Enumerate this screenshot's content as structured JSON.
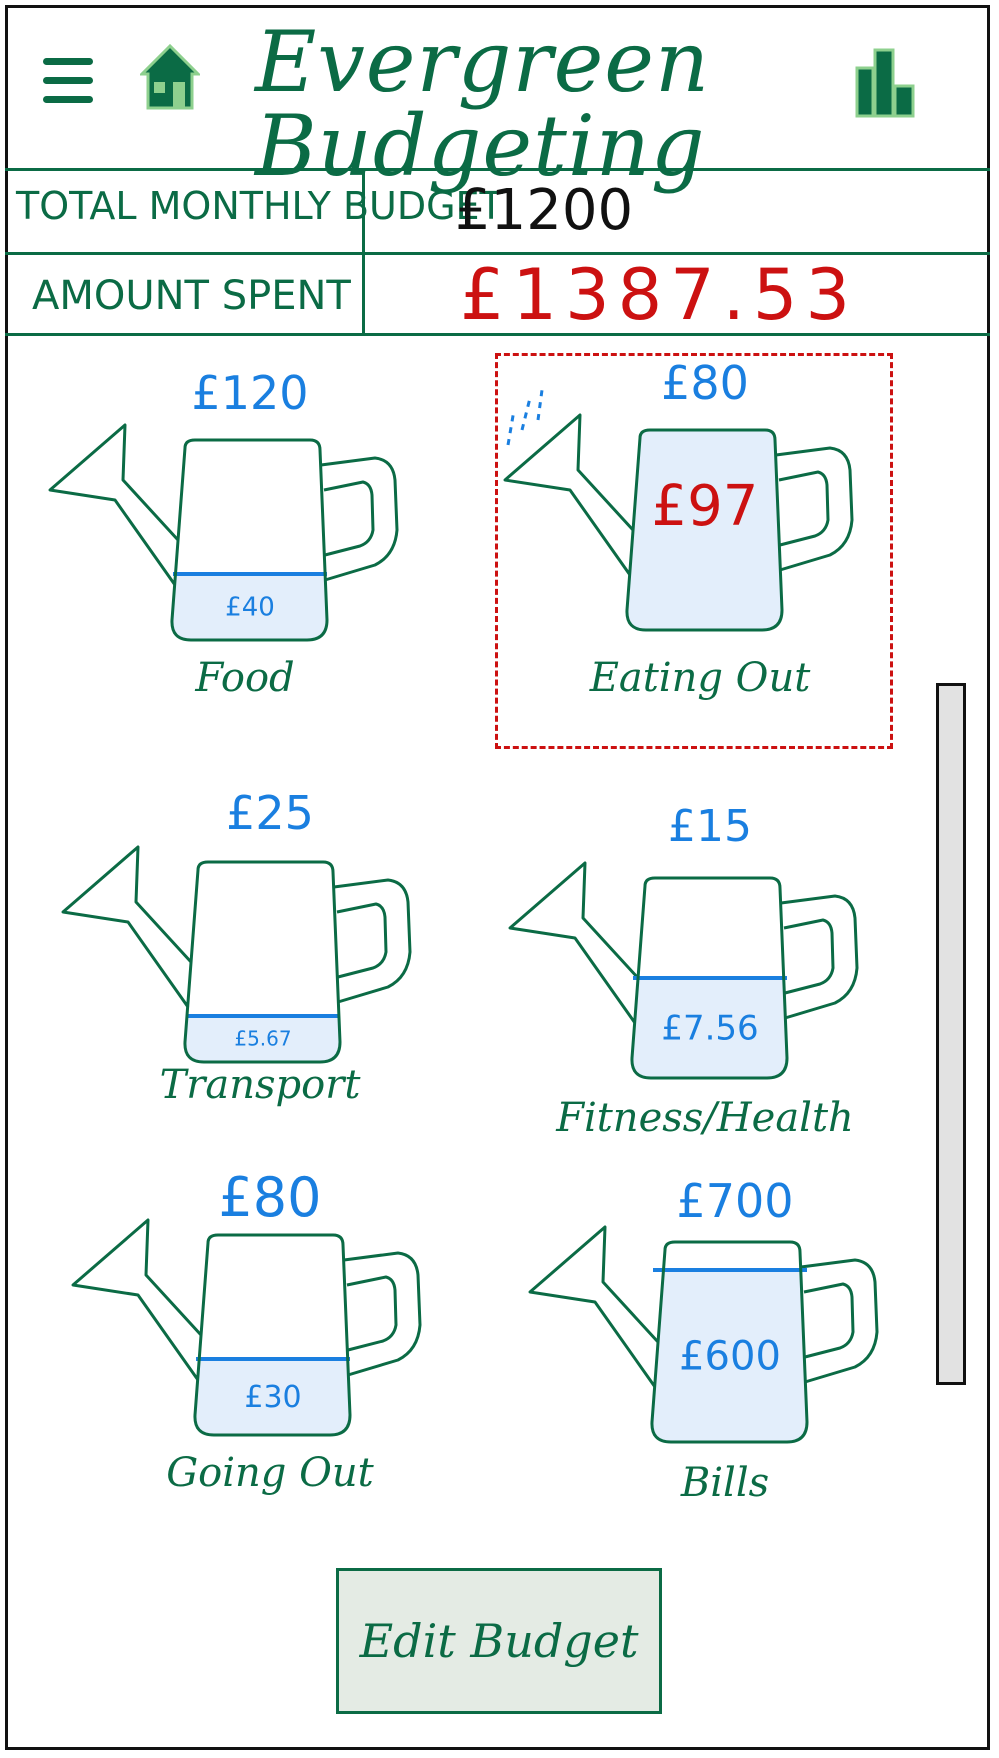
{
  "app": {
    "title": "Evergreen Budgeting"
  },
  "summary": {
    "budget_label": "Total Monthly Budget",
    "budget_value": "£1200",
    "spent_label": "Amount Spent",
    "spent_value": "£1387.53"
  },
  "categories": [
    {
      "name": "Food",
      "budget": "£120",
      "spent": "£40",
      "fill_fraction": 0.33,
      "over_budget": false
    },
    {
      "name": "Eating Out",
      "budget": "£80",
      "spent": "£97",
      "fill_fraction": 1.0,
      "over_budget": true
    },
    {
      "name": "Transport",
      "budget": "£25",
      "spent": "£5.67",
      "fill_fraction": 0.23,
      "over_budget": false
    },
    {
      "name": "Fitness/Health",
      "budget": "£15",
      "spent": "£7.56",
      "fill_fraction": 0.5,
      "over_budget": false
    },
    {
      "name": "Going Out",
      "budget": "£80",
      "spent": "£30",
      "fill_fraction": 0.38,
      "over_budget": false
    },
    {
      "name": "Bills",
      "budget": "£700",
      "spent": "£600",
      "fill_fraction": 0.86,
      "over_budget": false
    }
  ],
  "actions": {
    "edit_label": "Edit Budget"
  },
  "icons": {
    "menu": "hamburger-menu-icon",
    "home": "home-icon",
    "stats": "bar-chart-icon",
    "can": "watering-can-icon"
  },
  "colors": {
    "brand": "#0b6b45",
    "accent_blue": "#1a7fe0",
    "alert": "#cc1111",
    "water_fill": "#e3eefb"
  }
}
